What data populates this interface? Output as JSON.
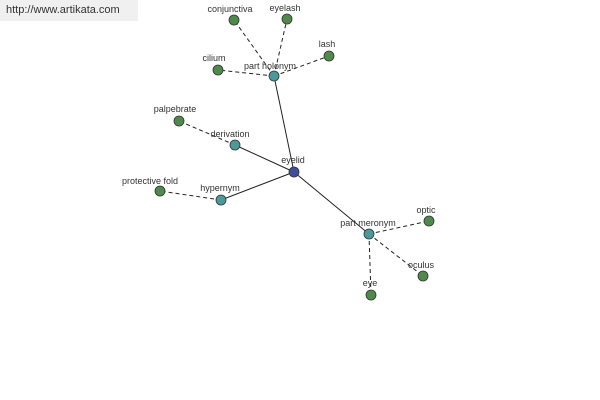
{
  "watermark": "http://www.artikata.com",
  "colors": {
    "center": "#3f4d9a",
    "relation": "#4a9a9a",
    "leaf": "#4e8a4a"
  },
  "graph": {
    "center": {
      "id": "eyelid",
      "label": "eyelid"
    },
    "relations": [
      {
        "id": "part-holonym",
        "label": "part holonym"
      },
      {
        "id": "derivation",
        "label": "derivation"
      },
      {
        "id": "hypernym",
        "label": "hypernym"
      },
      {
        "id": "part-meronym",
        "label": "part meronym"
      }
    ],
    "leaves": [
      {
        "id": "conjunctiva",
        "label": "conjunctiva",
        "relation": "part-holonym"
      },
      {
        "id": "eyelash",
        "label": "eyelash",
        "relation": "part-holonym"
      },
      {
        "id": "lash",
        "label": "lash",
        "relation": "part-holonym"
      },
      {
        "id": "cilium",
        "label": "cilium",
        "relation": "part-holonym"
      },
      {
        "id": "palpebrate",
        "label": "palpebrate",
        "relation": "derivation"
      },
      {
        "id": "protective-fold",
        "label": "protective fold",
        "relation": "hypernym"
      },
      {
        "id": "optic",
        "label": "optic",
        "relation": "part-meronym"
      },
      {
        "id": "oculus",
        "label": "oculus",
        "relation": "part-meronym"
      },
      {
        "id": "eye",
        "label": "eye",
        "relation": "part-meronym"
      }
    ]
  }
}
